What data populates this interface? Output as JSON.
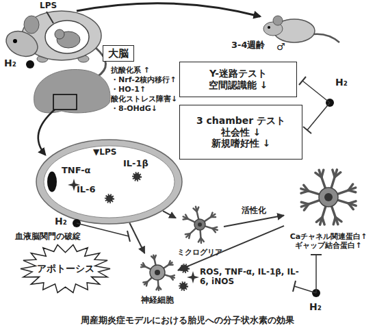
{
  "diagram": {
    "caption": "周産期炎症モデルにおける胎児への分子状水素の効果",
    "nodes": [
      {
        "text": [
          "Y-迷路テスト",
          "空間認識能 ↓"
        ]
      },
      {
        "text": [
          "3 chamber テスト",
          "社会性 ↓ 新規嗜好性 ↓"
        ]
      },
      {
        "text": [
          "大脳"
        ]
      },
      {
        "text": [
          "▼LPS",
          "TNF-α",
          "IL-1β",
          "IL-6"
        ]
      },
      {
        "text": [
          "アポトーシス"
        ]
      },
      {
        "text": [
          "ミクログリア"
        ]
      },
      {
        "text": [
          "Caチャネル関連蛋白↑ ギャップ結合蛋白↑"
        ]
      },
      {
        "text": [
          "神経細胞"
        ]
      }
    ],
    "edges": [
      {
        "from": 3,
        "to": 5,
        "arrow": "to"
      },
      {
        "from": 3,
        "to": 7,
        "arrow": "to"
      },
      {
        "from": 5,
        "to": 6,
        "label": "活性化",
        "arrow": "to"
      },
      {
        "from": 6,
        "to": 7,
        "arrow": "to"
      }
    ],
    "labels": [
      "LPS",
      "H₂",
      "3-4週齢",
      "♂",
      "抗酸化系 ↑",
      "・Nrf-2核内移行↑",
      "・HO-1↑",
      "酸化ストレス障害↓",
      "・8-OHdG↓",
      "H₂",
      "血液脳関門の破綻",
      "H₂",
      "ROS, TNF-α, IL-1β, IL-6, iNOS",
      "H₂"
    ]
  }
}
